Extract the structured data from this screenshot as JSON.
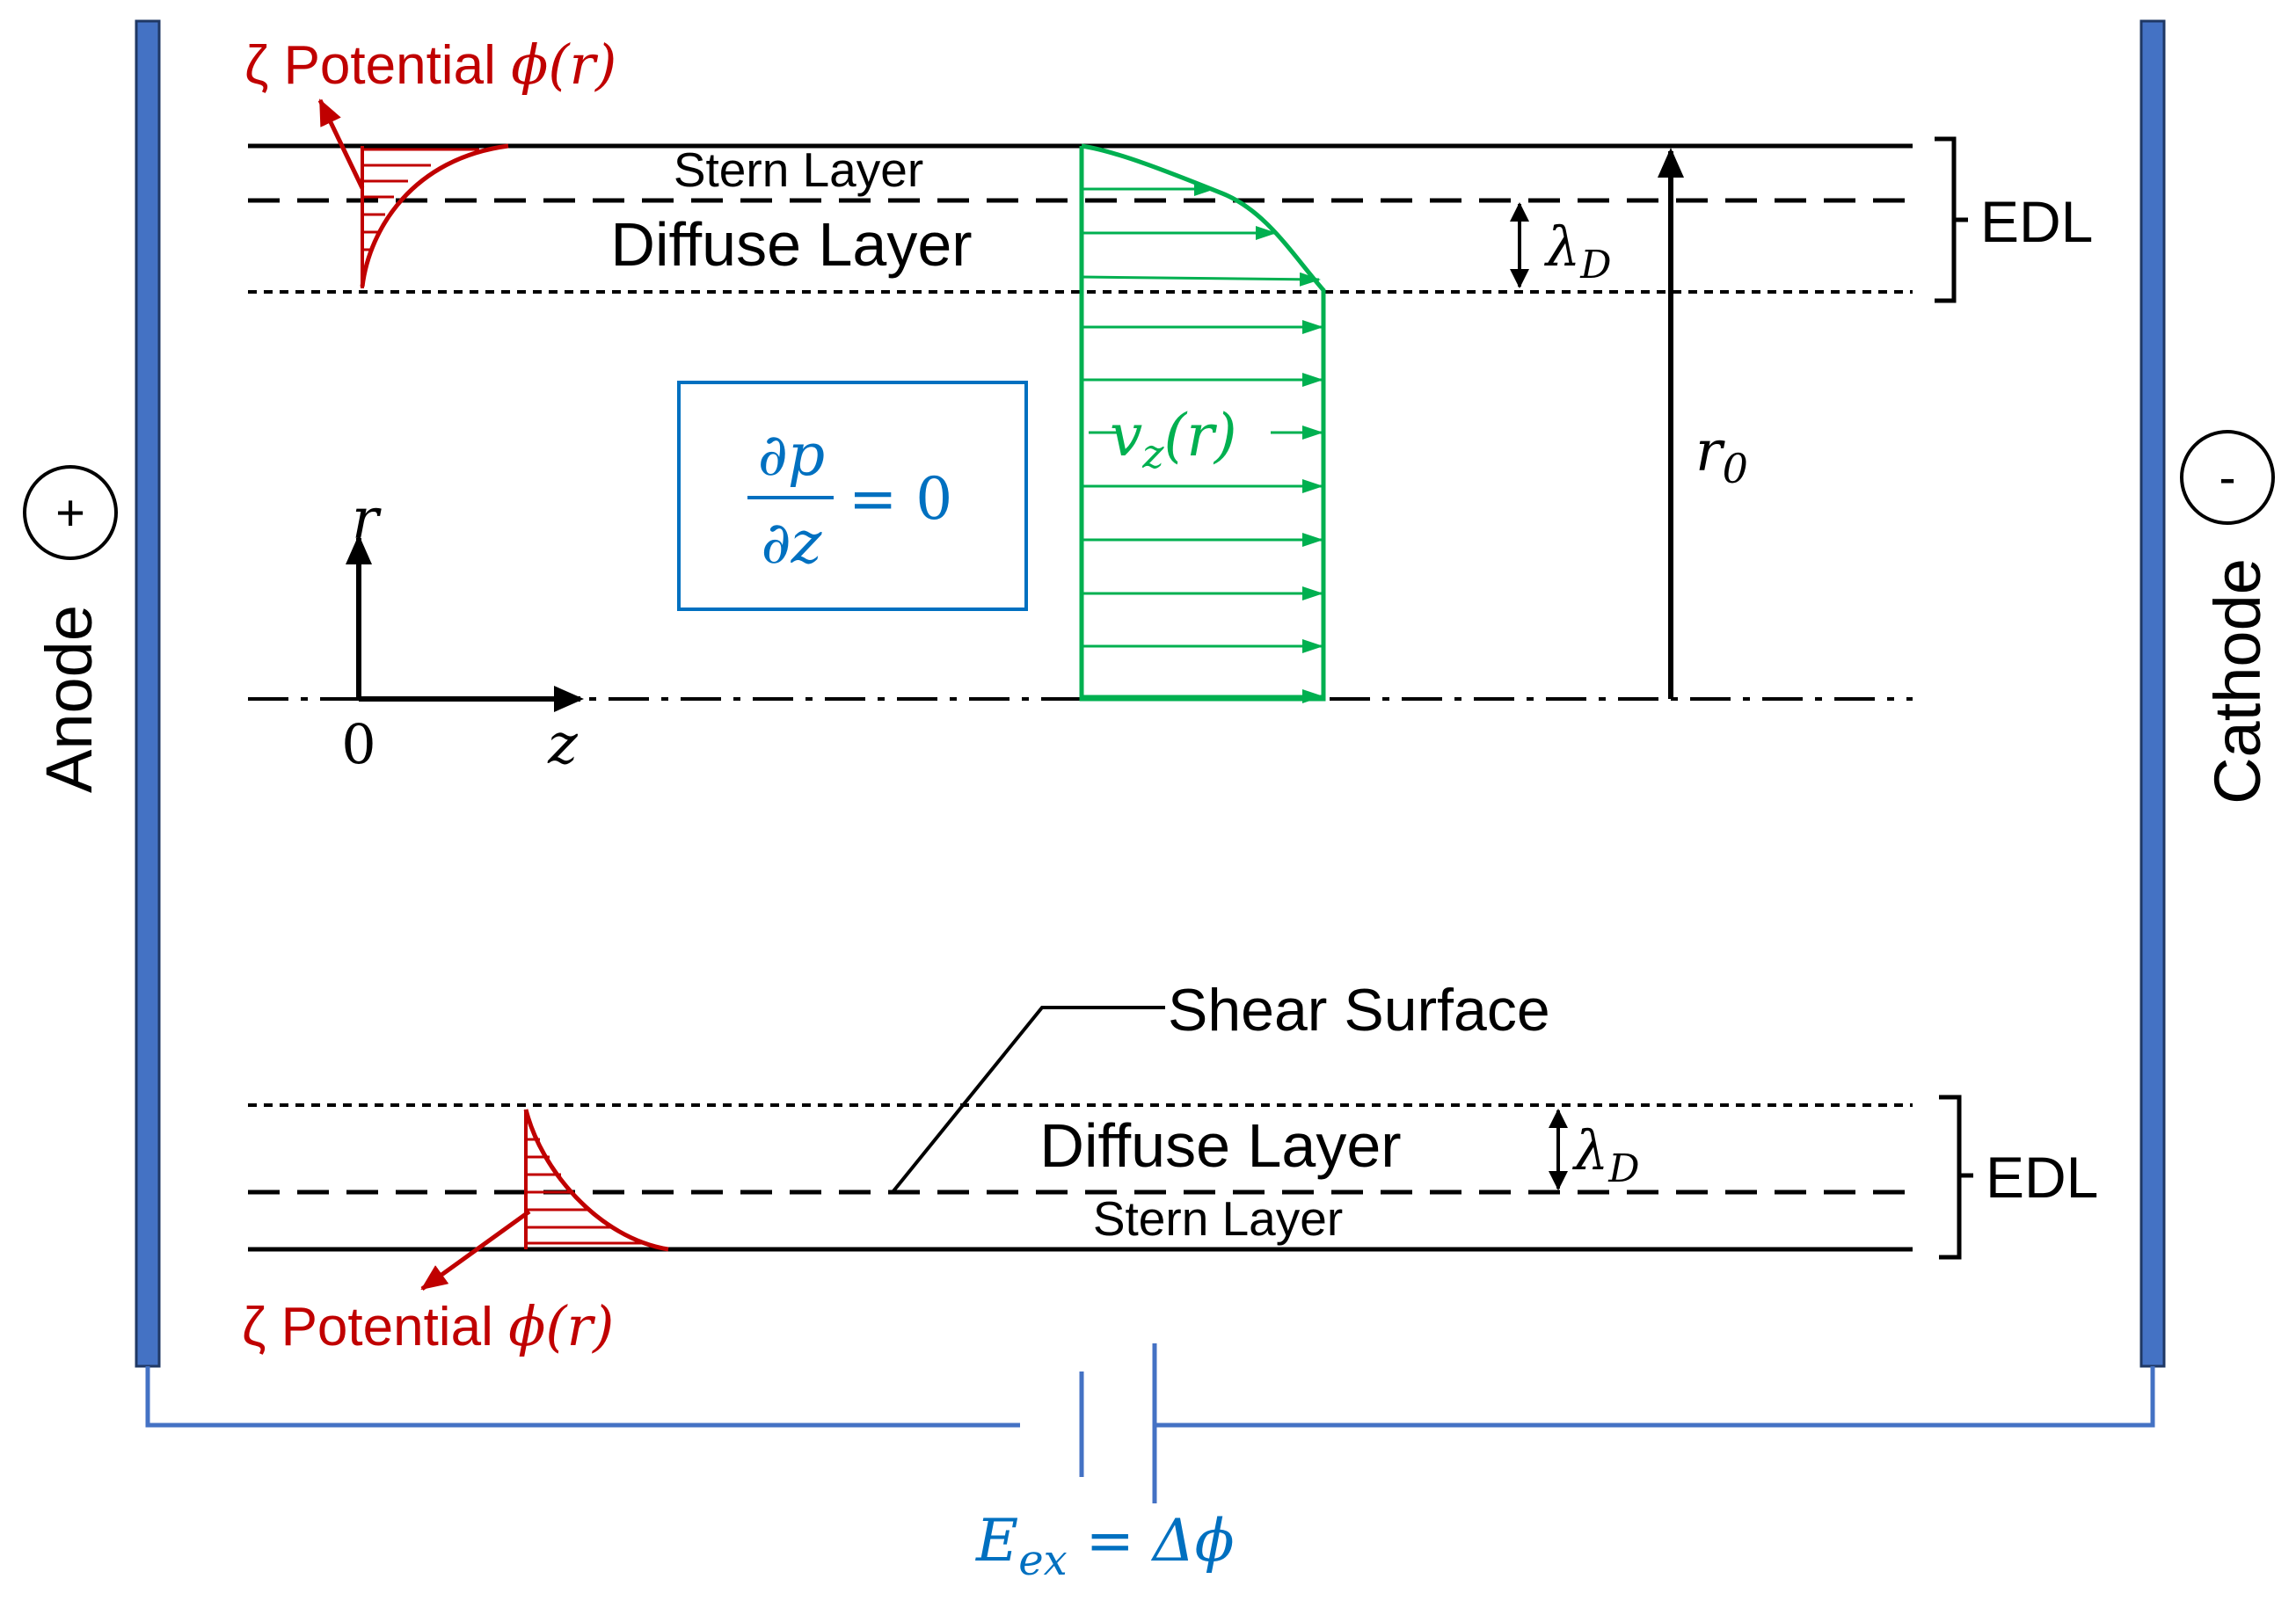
{
  "labels": {
    "anode": "Anode",
    "anode_sign": "+",
    "cathode": "Cathode",
    "cathode_sign": "-",
    "stern_top": "Stern Layer",
    "diffuse_top": "Diffuse Layer",
    "edl_top": "EDL",
    "lambda_top": "λ",
    "lambda_top_sub": "D",
    "r0": "r",
    "r0_sub": "0",
    "zeta_top_prefix": "ζ Potential ",
    "zeta_top_func": "ϕ(r)",
    "velocity": "v",
    "velocity_sub": "z",
    "velocity_arg": "(r)",
    "pressure_num": "∂p",
    "pressure_den": "∂z",
    "pressure_rhs": "= 0",
    "axis_r": "r",
    "axis_origin": "0",
    "axis_z": "z",
    "shear_surface": "Shear Surface",
    "diffuse_bottom": "Diffuse Layer",
    "stern_bottom": "Stern Layer",
    "edl_bottom": "EDL",
    "lambda_bottom": "λ",
    "lambda_bottom_sub": "D",
    "zeta_bottom_prefix": "ζ Potential ",
    "zeta_bottom_func": "ϕ(r)",
    "field_lhs": "E",
    "field_sub": "ex",
    "field_rhs": " = Δϕ"
  },
  "colors": {
    "electrode": "#4472C4",
    "electrode_border": "#1F3864",
    "zeta": "#C00000",
    "velocity": "#00B050",
    "pressure": "#0070C0",
    "wire": "#4472C4"
  }
}
